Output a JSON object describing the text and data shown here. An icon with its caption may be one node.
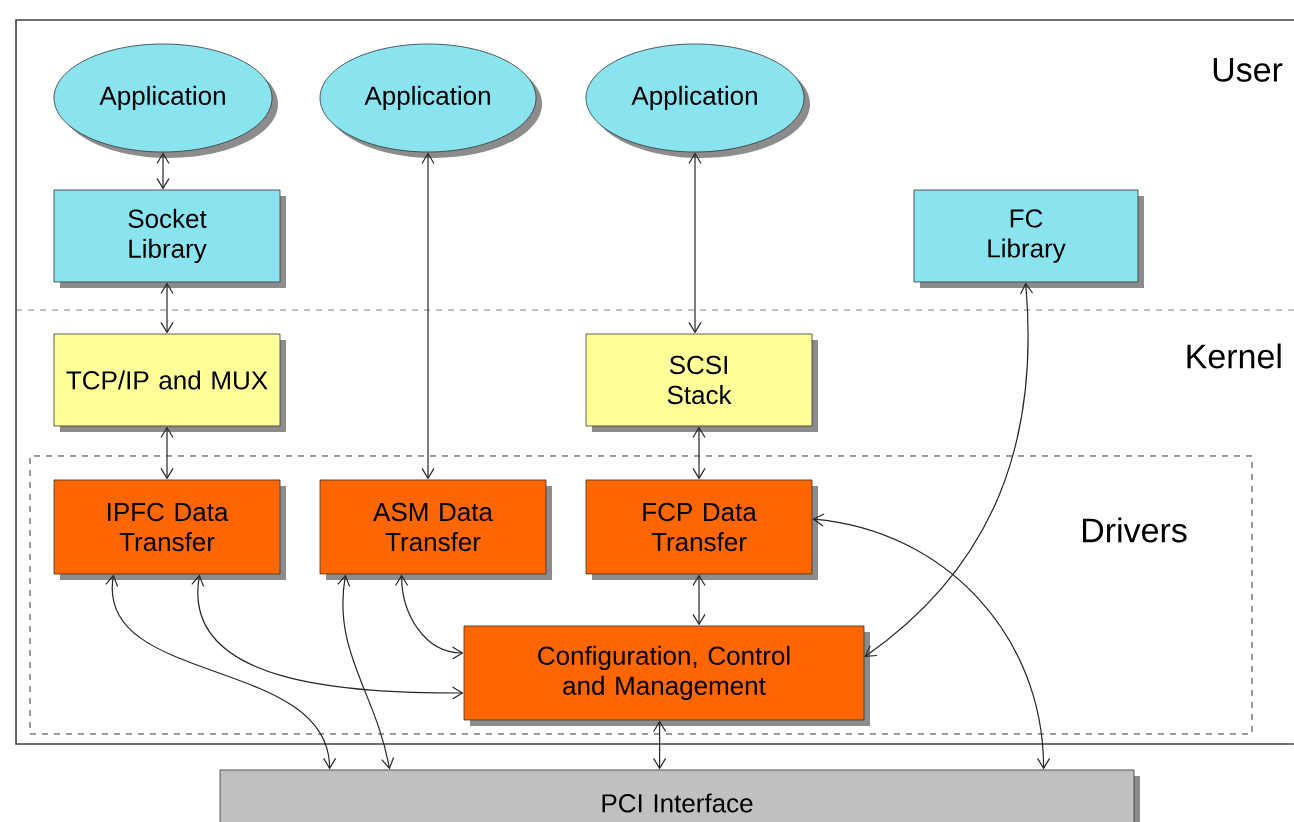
{
  "diagram": {
    "nodes": [
      {
        "text": [
          "Application"
        ]
      },
      {
        "text": [
          "Application"
        ]
      },
      {
        "text": [
          "Application"
        ]
      },
      {
        "text": [
          "Socket Library"
        ]
      },
      {
        "text": [
          "FC Library"
        ]
      },
      {
        "text": [
          "TCP/IP and MUX"
        ]
      },
      {
        "text": [
          "SCSI Stack"
        ]
      },
      {
        "text": [
          "Drivers"
        ]
      },
      {
        "text": [
          "IPFC Data Transfer"
        ],
        "in": 7
      },
      {
        "text": [
          "ASM Data Transfer"
        ],
        "in": 7
      },
      {
        "text": [
          "FCP Data Transfer"
        ],
        "in": 7
      },
      {
        "text": [
          "Configuration, Control and Management"
        ],
        "in": 7
      },
      {
        "text": [
          "PCI Interface"
        ]
      }
    ],
    "edges": [
      {
        "from": 0,
        "to": 3,
        "arrow": "both"
      },
      {
        "from": 3,
        "to": 5,
        "arrow": "both"
      },
      {
        "from": 5,
        "to": 8,
        "arrow": "both"
      },
      {
        "from": 1,
        "to": 9,
        "arrow": "both"
      },
      {
        "from": 2,
        "to": 6,
        "arrow": "both"
      },
      {
        "from": 6,
        "to": 10,
        "arrow": "both"
      },
      {
        "from": 10,
        "to": 11,
        "arrow": "both"
      },
      {
        "from": 4,
        "to": 11,
        "arrow": "both"
      },
      {
        "from": 8,
        "to": 12,
        "arrow": "both"
      },
      {
        "from": 8,
        "to": 11,
        "arrow": "both"
      },
      {
        "from": 9,
        "to": 12,
        "arrow": "both"
      },
      {
        "from": 9,
        "to": 11,
        "arrow": "both"
      },
      {
        "from": 11,
        "to": 12,
        "arrow": "both"
      },
      {
        "from": 10,
        "to": 12,
        "arrow": "both"
      }
    ],
    "labels": [
      "User",
      "Kernel"
    ]
  }
}
